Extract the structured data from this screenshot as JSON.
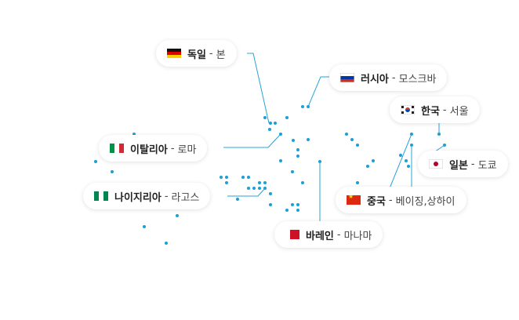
{
  "colors": {
    "dot": "#1a9fd6",
    "leader_line": "#27a3d8",
    "tag_background": "#ffffff"
  },
  "locations": [
    {
      "id": "germany",
      "flag": "flag-de",
      "country": "독일",
      "separator": "-",
      "city": "본"
    },
    {
      "id": "russia",
      "flag": "flag-ru",
      "country": "러시아",
      "separator": "-",
      "city": "모스크바"
    },
    {
      "id": "korea",
      "flag": "flag-kr",
      "country": "한국",
      "separator": "-",
      "city": "서울"
    },
    {
      "id": "italy",
      "flag": "flag-it",
      "country": "이탈리아",
      "separator": "-",
      "city": "로마"
    },
    {
      "id": "japan",
      "flag": "flag-jp",
      "country": "일본",
      "separator": "-",
      "city": "도쿄"
    },
    {
      "id": "nigeria",
      "flag": "flag-ng",
      "country": "나이지리아",
      "separator": "-",
      "city": "라고스"
    },
    {
      "id": "china",
      "flag": "flag-cn",
      "country": "중국",
      "separator": "-",
      "city": "베이징,상하이"
    },
    {
      "id": "bahrain",
      "flag": "flag-bh",
      "country": "바레인",
      "separator": "-",
      "city": "마나마"
    }
  ]
}
